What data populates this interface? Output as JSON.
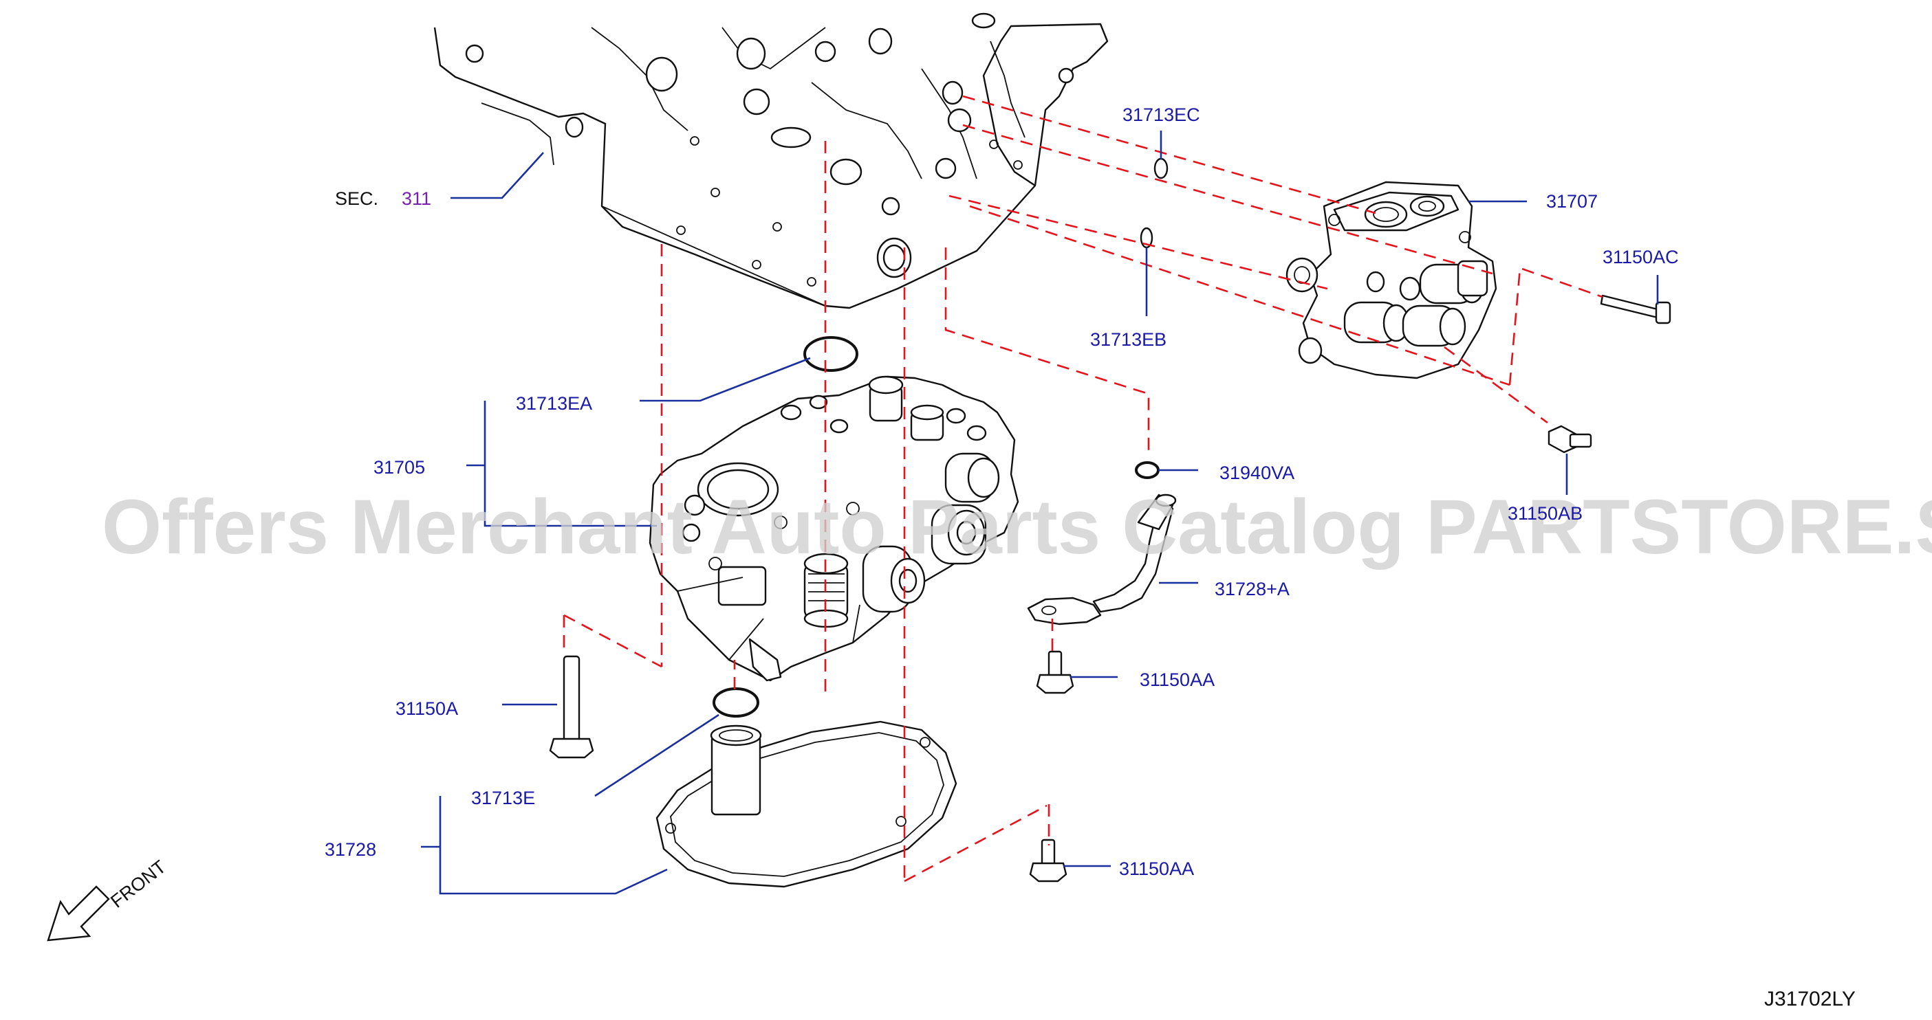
{
  "watermark": "Offers Merchant Auto Parts Catalog PARTSTORE.SA",
  "diagram_ref": "J31702LY",
  "section": {
    "prefix": "SEC.",
    "number": "311"
  },
  "front_label": "FRONT",
  "callouts": {
    "c31713EC": "31713EC",
    "c31707": "31707",
    "c31150AC": "31150AC",
    "c31713EB": "31713EB",
    "c31713EA": "31713EA",
    "c31705": "31705",
    "c31940VA": "31940VA",
    "c31150B": "31150AB",
    "c31728A": "31728+A",
    "c31150AA_1": "31150AA",
    "c31150A": "31150A",
    "c31713E": "31713E",
    "c31728": "31728",
    "c31150AA_2": "31150AA"
  },
  "colors": {
    "callout": "#1a1aa6",
    "leader": "#1a2f9e",
    "dashed": "#e3141c",
    "section": "#7a1fb3",
    "watermark": "#d0d0d0"
  }
}
